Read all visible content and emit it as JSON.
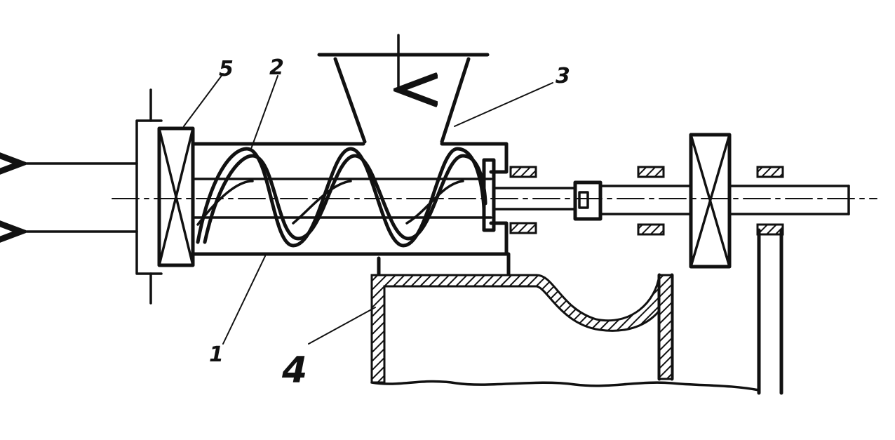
{
  "diagram": {
    "labels": {
      "part_1": "1",
      "part_2": "2",
      "part_3": "3",
      "part_4": "4",
      "part_5": "5"
    },
    "line_color": "#111111",
    "background": "#ffffff"
  }
}
